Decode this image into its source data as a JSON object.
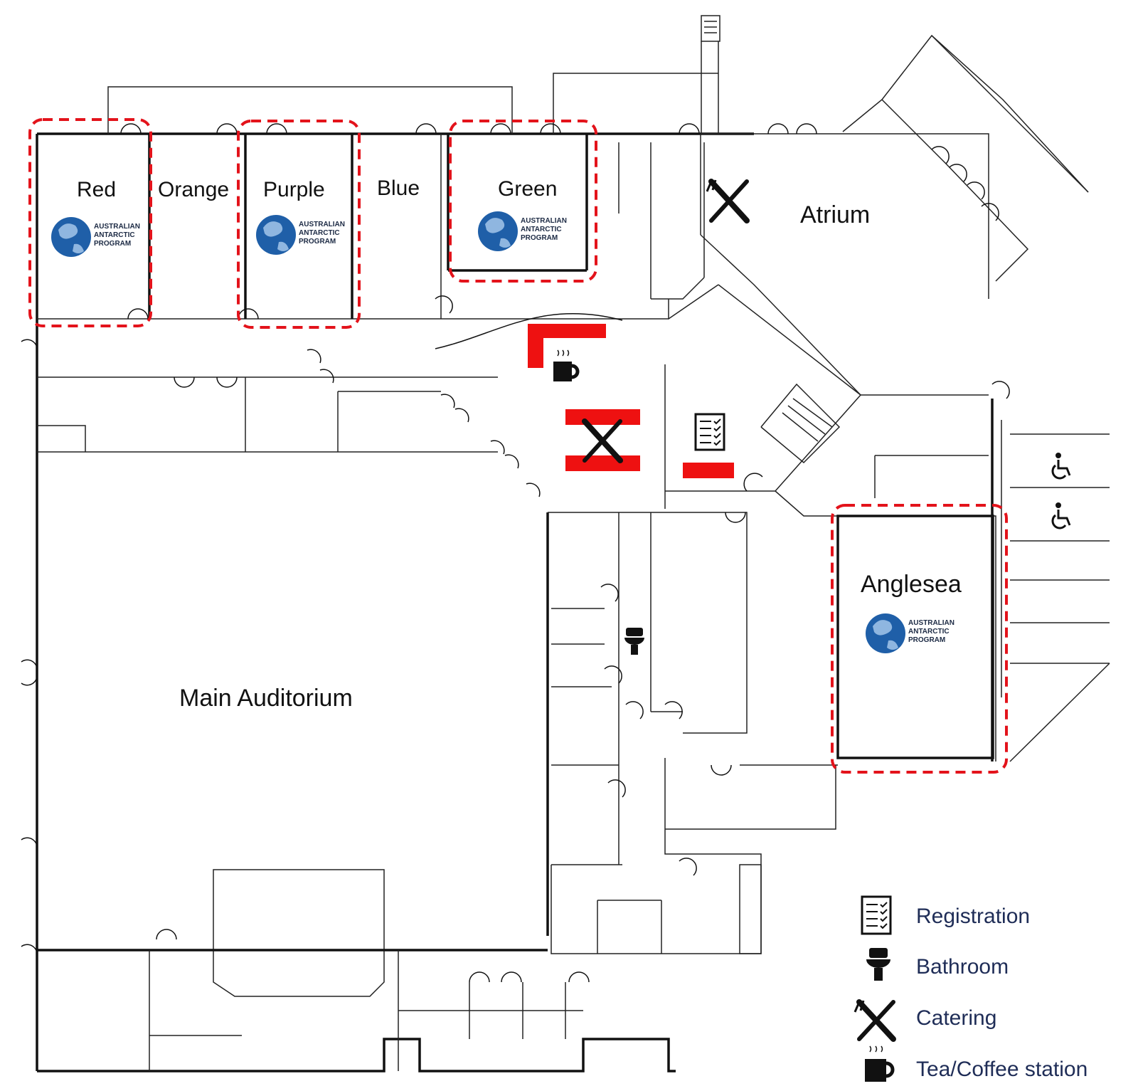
{
  "rooms": {
    "red": "Red",
    "orange": "Orange",
    "purple": "Purple",
    "blue": "Blue",
    "green": "Green",
    "atrium": "Atrium",
    "anglesea": "Anglesea",
    "main_auditorium": "Main Auditorium"
  },
  "logo": {
    "line1": "AUSTRALIAN",
    "line2": "ANTARCTIC",
    "line3": "PROGRAM"
  },
  "legend": {
    "items": [
      {
        "icon": "registration-icon",
        "label": "Registration"
      },
      {
        "icon": "bathroom-icon",
        "label": "Bathroom"
      },
      {
        "icon": "catering-icon",
        "label": "Catering"
      },
      {
        "icon": "tea-coffee-icon",
        "label": "Tea/Coffee station"
      }
    ]
  },
  "colors": {
    "highlight": "#e3131b",
    "logo_blue": "#1f5fa8",
    "legend_text": "#1f2d57"
  }
}
